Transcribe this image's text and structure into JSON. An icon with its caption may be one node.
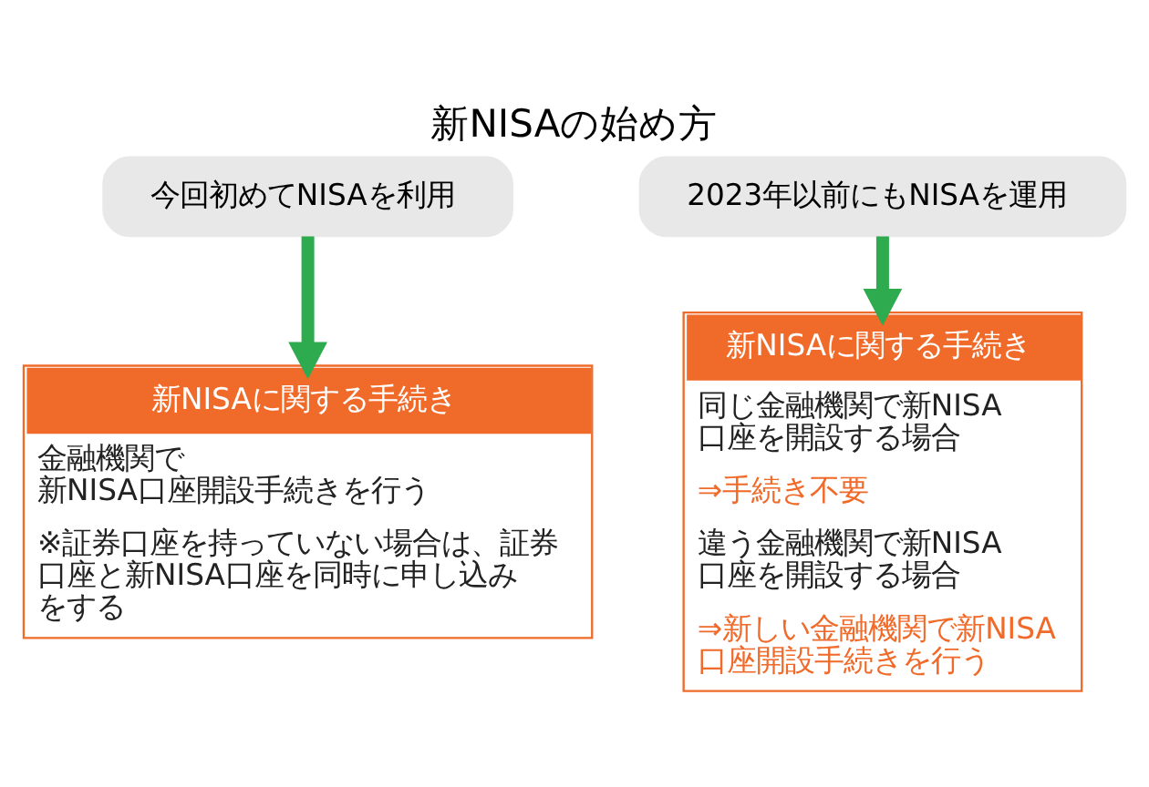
{
  "diagram": {
    "title": "新NISAの始め方",
    "nodes": [
      {
        "text": [
          "今回初めてNISAを利用"
        ]
      },
      {
        "text": [
          "2023年以前にもNISAを運用"
        ]
      },
      {
        "text": [
          "新NISAに関する手続き",
          "金融機関で新NISA口座開設手続きを行う",
          "※証券口座を持っていない場合は、証券口座と新NISA口座を同時に申し込みをする"
        ]
      },
      {
        "text": [
          "新NISAに関する手続き",
          "同じ金融機関で新NISA口座を開設する場合",
          "⇒手続き不要",
          "違う金融機関で新NISA口座を開設する場合",
          "⇒新しい金融機関で新NISA口座開設手続きを行う"
        ]
      }
    ],
    "edges": [
      {
        "from": 0,
        "to": 2,
        "arrow": "to"
      },
      {
        "from": 1,
        "to": 3,
        "arrow": "to"
      }
    ]
  }
}
